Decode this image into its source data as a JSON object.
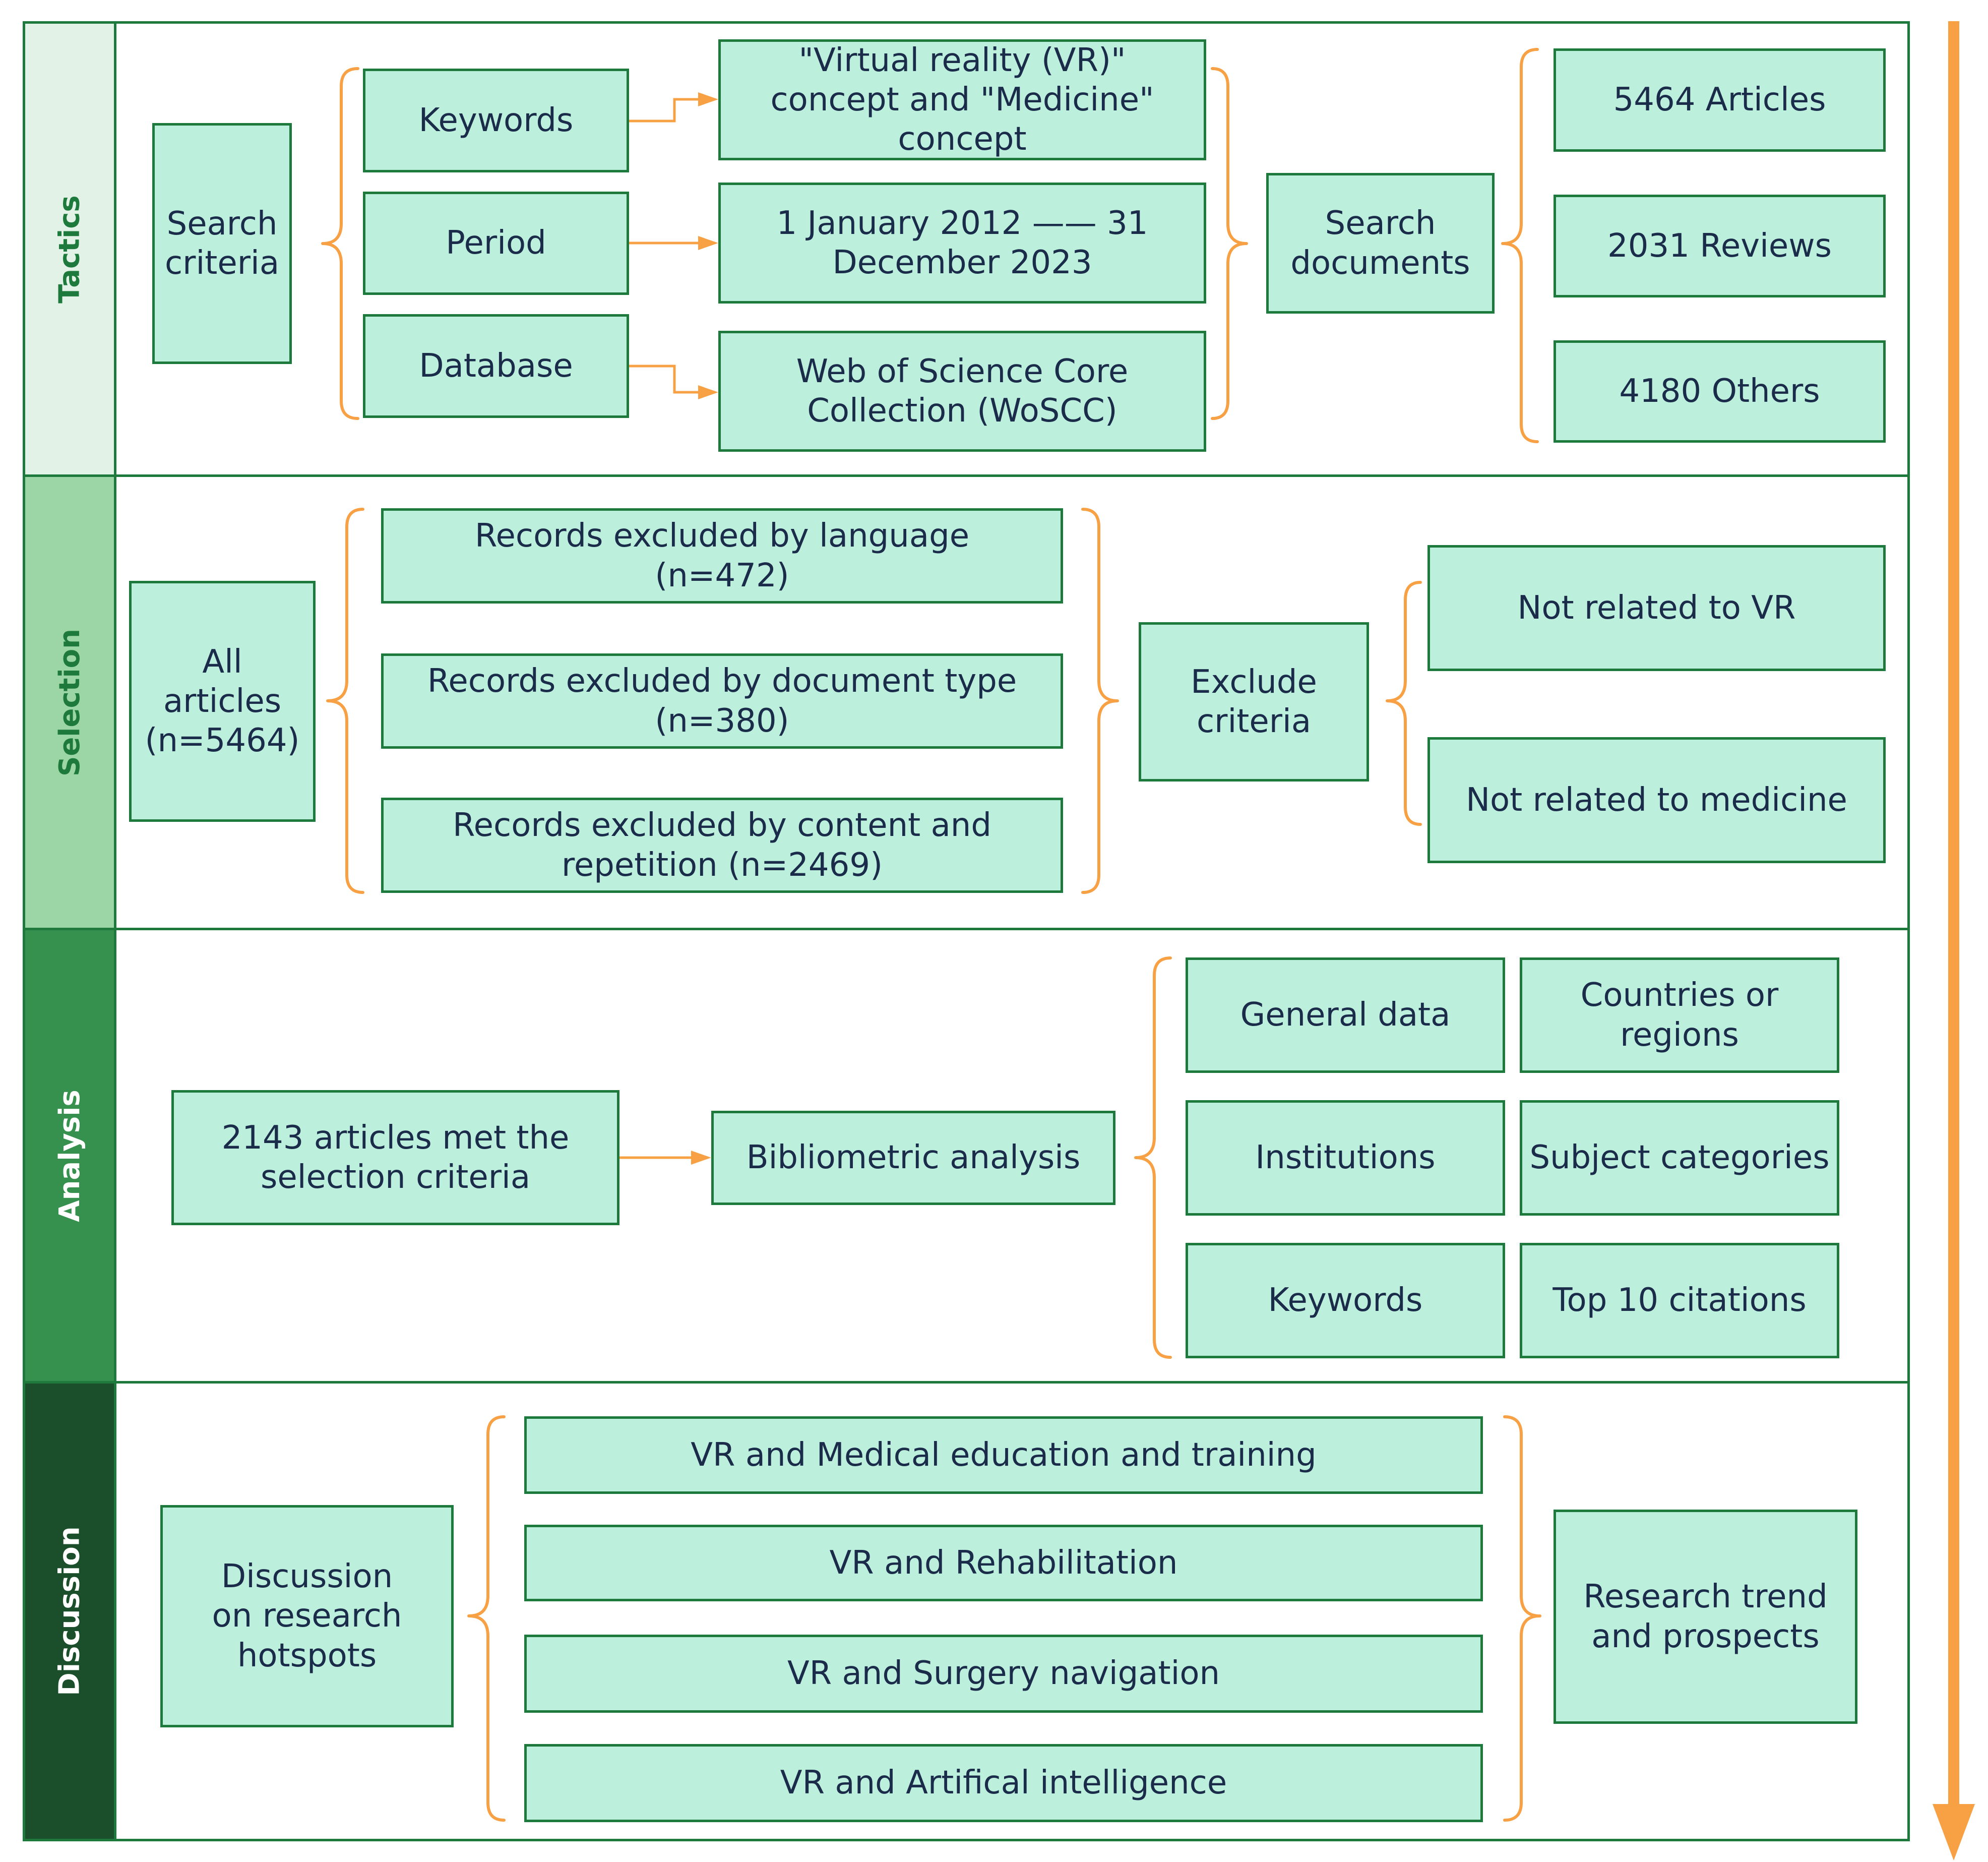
{
  "colors": {
    "box_fill": "#bcefdc",
    "box_border": "#1e7a3c",
    "connector": "#f7a044",
    "text": "#1b2b4a",
    "band_tactics": "#e3f2e7",
    "band_selection": "#9cd6a6",
    "band_analysis": "#35914d",
    "band_discussion": "#1b4e2b"
  },
  "sections": {
    "tactics": {
      "label": "Tactics",
      "search_criteria": "Search\ncriteria",
      "criteria_items": [
        "Keywords",
        "Period",
        "Database"
      ],
      "criteria_values": [
        "\"Virtual reality (VR)\"\nconcept and \"Medicine\"\nconcept",
        "1 January 2012 —— 31\nDecember 2023",
        "Web of Science Core\nCollection  (WoSCC)"
      ],
      "search_documents": "Search\ndocuments",
      "results": [
        "5464 Articles",
        "2031 Reviews",
        "4180 Others"
      ]
    },
    "selection": {
      "label": "Selection",
      "all_articles": "All\narticles\n(n=5464)",
      "exclusions": [
        "Records excluded by language\n(n=472)",
        "Records excluded by document type\n(n=380)",
        "Records excluded by content and\nrepetition (n=2469)"
      ],
      "exclude_criteria": "Exclude\ncriteria",
      "criteria": [
        "Not related to VR",
        "Not related to medicine"
      ]
    },
    "analysis": {
      "label": "Analysis",
      "met_criteria": "2143 articles met the\nselection criteria",
      "bibliometric": "Bibliometric analysis",
      "items": [
        "General data",
        "Countries or\nregions",
        "Institutions",
        "Subject categories",
        "Keywords",
        "Top 10 citations"
      ]
    },
    "discussion": {
      "label": "Discussion",
      "hotspots": "Discussion\non research\nhotspots",
      "topics": [
        "VR and Medical education and training",
        "VR and Rehabilitation",
        "VR and Surgery navigation",
        "VR and Artifical intelligence"
      ],
      "trend": "Research trend\nand prospects"
    }
  }
}
